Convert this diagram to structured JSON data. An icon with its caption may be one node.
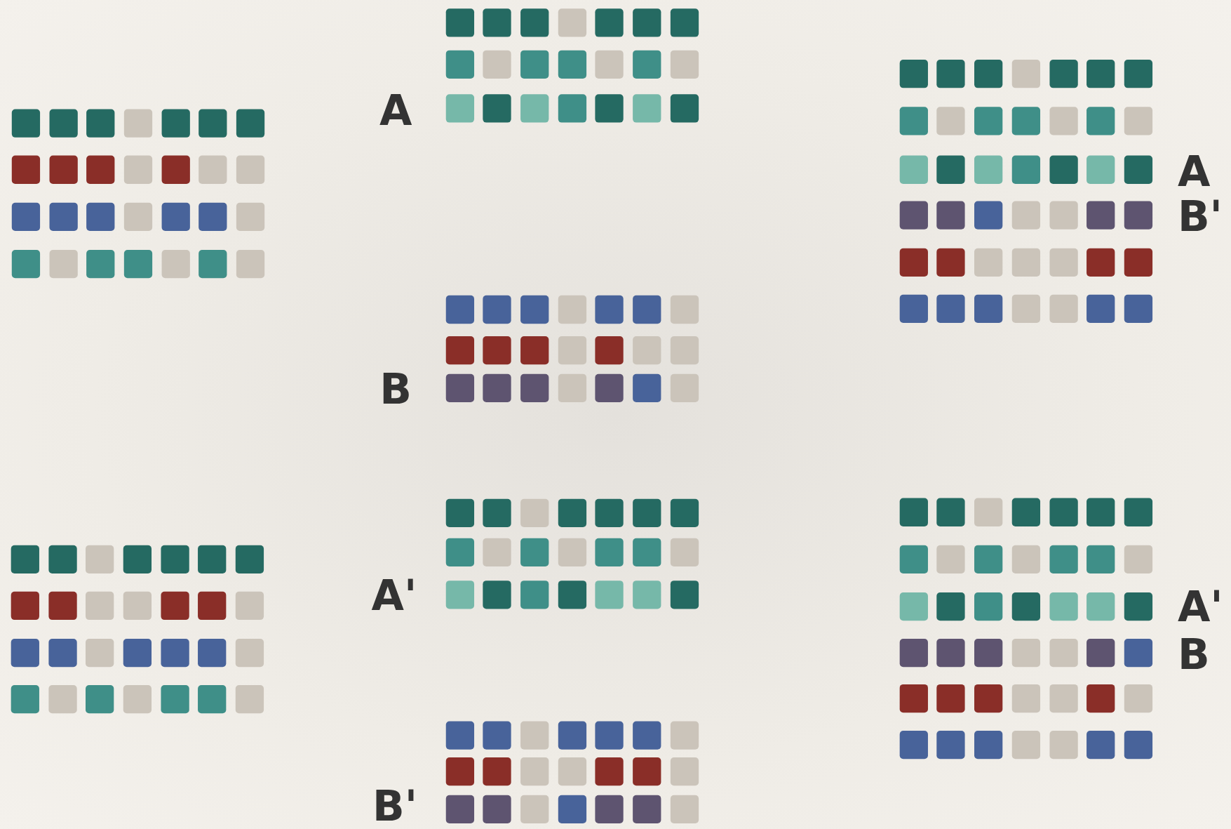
{
  "diagram": {
    "labels": [
      "A",
      "B",
      "A'",
      "B'",
      "A",
      "B'",
      "A'",
      "B"
    ]
  }
}
